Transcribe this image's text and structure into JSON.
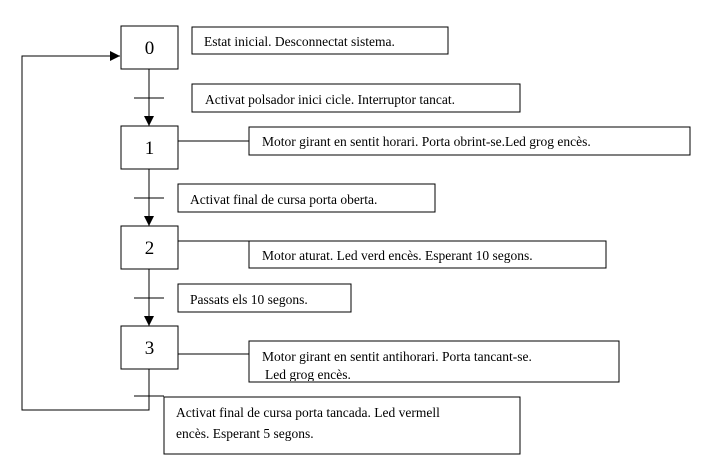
{
  "steps": [
    {
      "id": "0",
      "description": "Estat inicial. Desconnectat sistema."
    },
    {
      "id": "1",
      "description": "Motor girant  en sentit horari. Porta obrint-se.Led grog encès."
    },
    {
      "id": "2",
      "description": "Motor aturat. Led verd encès. Esperant 10 segons."
    },
    {
      "id": "3",
      "description": [
        "Motor girant en sentit antihorari. Porta tancant-se.",
        "Led grog encès."
      ]
    }
  ],
  "transitions": [
    {
      "condition": "Activat polsador inici cicle. Interruptor tancat."
    },
    {
      "condition": "Activat final de cursa porta oberta."
    },
    {
      "condition": "Passats els 10 segons."
    },
    {
      "condition": [
        "Activat final de cursa porta  tancada. Led vermell",
        "encès. Esperant 5 segons."
      ]
    }
  ]
}
